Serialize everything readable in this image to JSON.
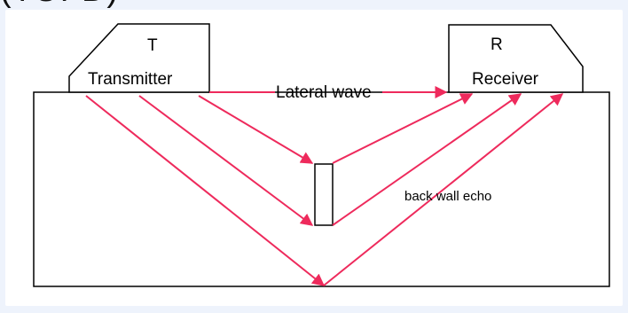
{
  "header": {
    "clipped_title": "(TOFD)"
  },
  "transmitter": {
    "letter": "T",
    "label": "Transmitter"
  },
  "receiver": {
    "letter": "R",
    "label": "Receiver"
  },
  "labels": {
    "lateral_wave": "Lateral wave",
    "back_wall_echo": "back wall echo"
  },
  "colors": {
    "ray": "#ee2a5c",
    "outline": "#000000",
    "background": "#eef3fc"
  }
}
